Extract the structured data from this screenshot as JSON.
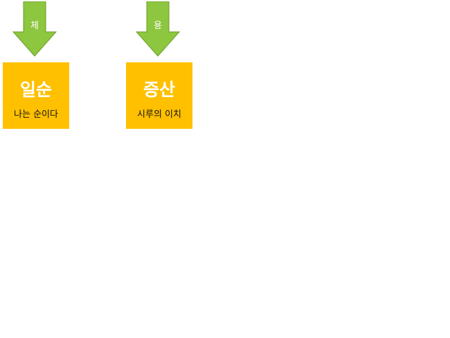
{
  "colors": {
    "arrow_fill": "#8dc63f",
    "arrow_stroke": "#6b9c2a",
    "box_fill": "#ffc000",
    "box_title_text": "#ffffff",
    "box_sub_text": "#111111"
  },
  "arrows": [
    {
      "label": "체"
    },
    {
      "label": "용"
    }
  ],
  "boxes": [
    {
      "title": "일순",
      "subtitle": "나는 순이다"
    },
    {
      "title": "증산",
      "subtitle": "시루의 이치"
    }
  ]
}
